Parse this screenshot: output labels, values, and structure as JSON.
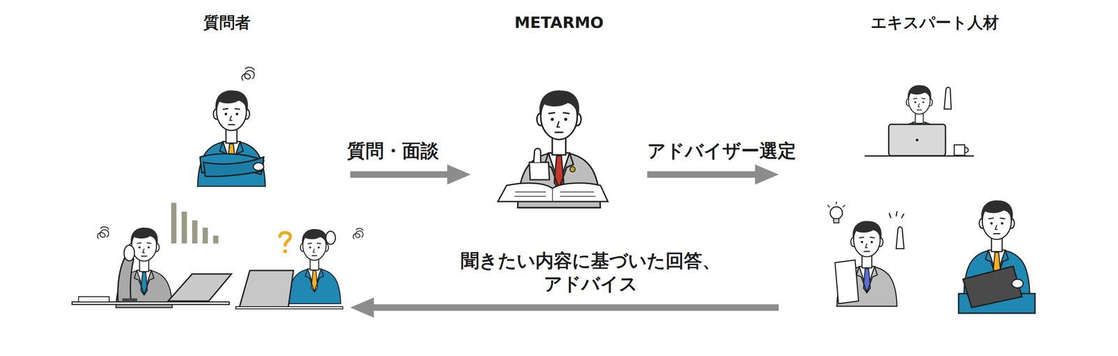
{
  "diagram": {
    "nodes": [
      {
        "text": [
          "質問者"
        ]
      },
      {
        "text": [
          "METARMO"
        ]
      },
      {
        "text": [
          "エキスパート人材"
        ]
      }
    ],
    "edges": [
      {
        "from": 0,
        "to": 1,
        "arrow": "to",
        "label": "質問・面談"
      },
      {
        "from": 1,
        "to": 2,
        "arrow": "to",
        "label": "アドバイザー選定"
      },
      {
        "from": 2,
        "to": 0,
        "arrow": "to",
        "label": "聞きたい内容に基づいた回答、 アドバイス"
      }
    ]
  }
}
